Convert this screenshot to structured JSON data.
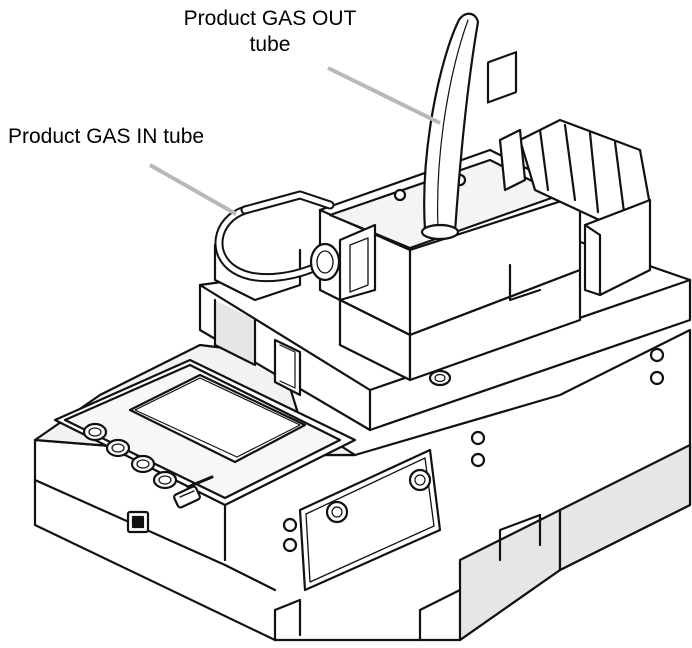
{
  "labels": {
    "gas_out_line1": "Product GAS OUT",
    "gas_out_line2": "tube",
    "gas_in": "Product GAS IN tube"
  },
  "colors": {
    "leader_line": "#b8b8b8",
    "outline": "#111111",
    "fill": "#ffffff",
    "shade": "#e6e6e6"
  }
}
